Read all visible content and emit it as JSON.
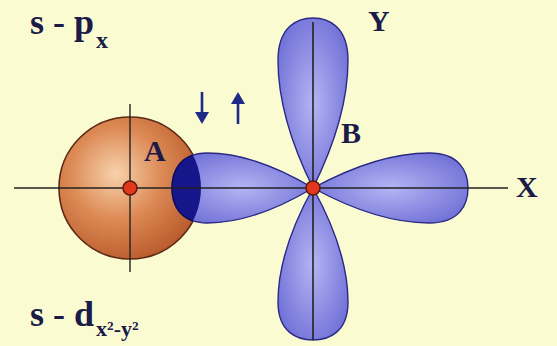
{
  "diagram": {
    "nodes": [
      {
        "text": [
          "A"
        ]
      },
      {
        "text": [
          "B"
        ]
      }
    ],
    "labels": [
      "s - p",
      "x",
      "s - d",
      "x²-y²",
      "Y",
      "X"
    ]
  }
}
